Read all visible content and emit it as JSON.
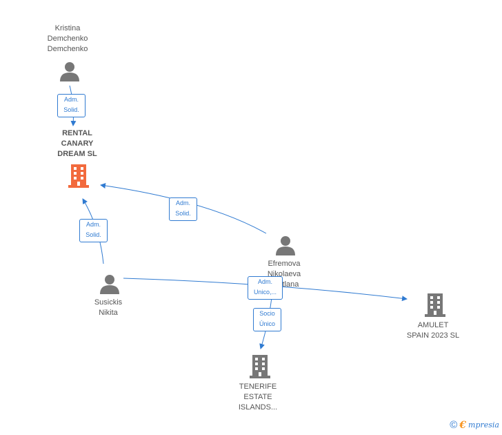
{
  "nodes": {
    "kristina": {
      "label": "Kristina\nDemchenko\nDemchenko"
    },
    "rental": {
      "label": "RENTAL\nCANARY\nDREAM  SL"
    },
    "efremova": {
      "label": "Efremova\nNikolaeva\nSvetlana"
    },
    "susickis": {
      "label": "Susickis\nNikita"
    },
    "amulet": {
      "label": "AMULET\nSPAIN 2023  SL"
    },
    "tenerife": {
      "label": "TENERIFE\nESTATE\nISLANDS..."
    }
  },
  "edges": {
    "kristina_rental": "Adm.\nSolid.",
    "efremova_rental": "Adm.\nSolid.",
    "susickis_rental": "Adm.\nSolid.",
    "susickis_amulet": "Adm.\nUnico,...",
    "efremova_tenerife": "Socio\nÚnico"
  },
  "colors": {
    "edge": "#2f7ad1",
    "person_icon": "#777777",
    "company_icon": "#777777",
    "highlight_company": "#f26a3d"
  },
  "footer": {
    "copyright_symbol": "©",
    "brand_initial": "€",
    "brand_rest": "mpresia"
  }
}
